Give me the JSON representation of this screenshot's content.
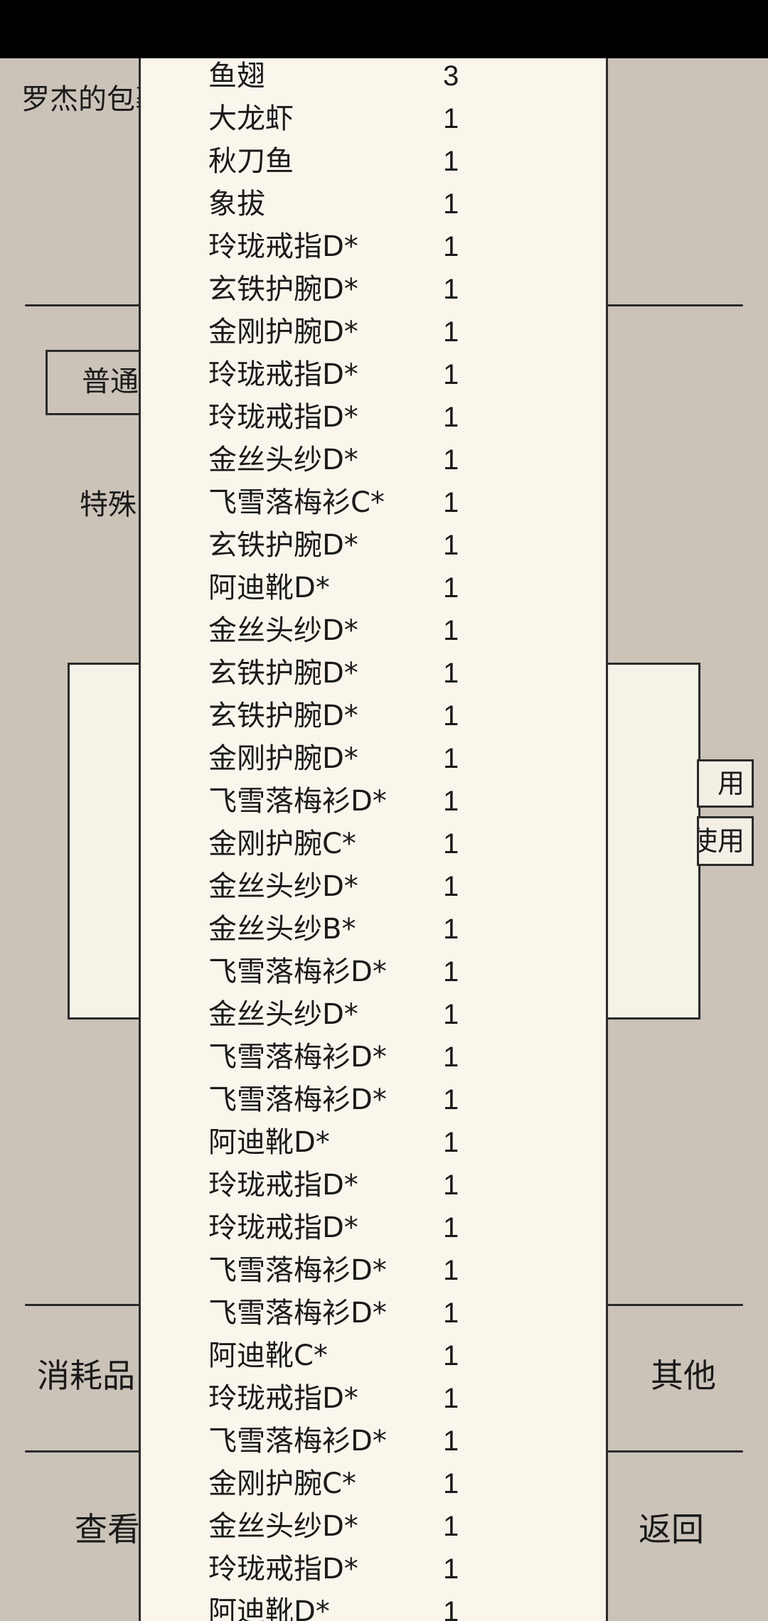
{
  "bag_title": "罗杰的包裹",
  "tabs": {
    "normal": "普通",
    "special": "特殊",
    "consumables": "消耗品",
    "other": "其他",
    "view": "查看",
    "back": "返回"
  },
  "panel_buttons": {
    "use": "用",
    "use2": "使用"
  },
  "items": [
    {
      "name": "鱼翅",
      "count": "3"
    },
    {
      "name": "大龙虾",
      "count": "1"
    },
    {
      "name": "秋刀鱼",
      "count": "1"
    },
    {
      "name": "象拔",
      "count": "1"
    },
    {
      "name": "玲珑戒指D*",
      "count": "1"
    },
    {
      "name": "玄铁护腕D*",
      "count": "1"
    },
    {
      "name": "金刚护腕D*",
      "count": "1"
    },
    {
      "name": "玲珑戒指D*",
      "count": "1"
    },
    {
      "name": "玲珑戒指D*",
      "count": "1"
    },
    {
      "name": "金丝头纱D*",
      "count": "1"
    },
    {
      "name": "飞雪落梅衫C*",
      "count": "1"
    },
    {
      "name": "玄铁护腕D*",
      "count": "1"
    },
    {
      "name": "阿迪靴D*",
      "count": "1"
    },
    {
      "name": "金丝头纱D*",
      "count": "1"
    },
    {
      "name": "玄铁护腕D*",
      "count": "1"
    },
    {
      "name": "玄铁护腕D*",
      "count": "1"
    },
    {
      "name": "金刚护腕D*",
      "count": "1"
    },
    {
      "name": "飞雪落梅衫D*",
      "count": "1"
    },
    {
      "name": "金刚护腕C*",
      "count": "1"
    },
    {
      "name": "金丝头纱D*",
      "count": "1"
    },
    {
      "name": "金丝头纱B*",
      "count": "1"
    },
    {
      "name": "飞雪落梅衫D*",
      "count": "1"
    },
    {
      "name": "金丝头纱D*",
      "count": "1"
    },
    {
      "name": "飞雪落梅衫D*",
      "count": "1"
    },
    {
      "name": "飞雪落梅衫D*",
      "count": "1"
    },
    {
      "name": "阿迪靴D*",
      "count": "1"
    },
    {
      "name": "玲珑戒指D*",
      "count": "1"
    },
    {
      "name": "玲珑戒指D*",
      "count": "1"
    },
    {
      "name": "飞雪落梅衫D*",
      "count": "1"
    },
    {
      "name": "飞雪落梅衫D*",
      "count": "1"
    },
    {
      "name": "阿迪靴C*",
      "count": "1"
    },
    {
      "name": "玲珑戒指D*",
      "count": "1"
    },
    {
      "name": "飞雪落梅衫D*",
      "count": "1"
    },
    {
      "name": "金刚护腕C*",
      "count": "1"
    },
    {
      "name": "金丝头纱D*",
      "count": "1"
    },
    {
      "name": "玲珑戒指D*",
      "count": "1"
    },
    {
      "name": "阿迪靴D*",
      "count": "1"
    }
  ],
  "colors": {
    "background": "#cbc3b8",
    "popup": "#fbf6ec",
    "line": "#2a2a2a",
    "status_bar": "#000000"
  }
}
